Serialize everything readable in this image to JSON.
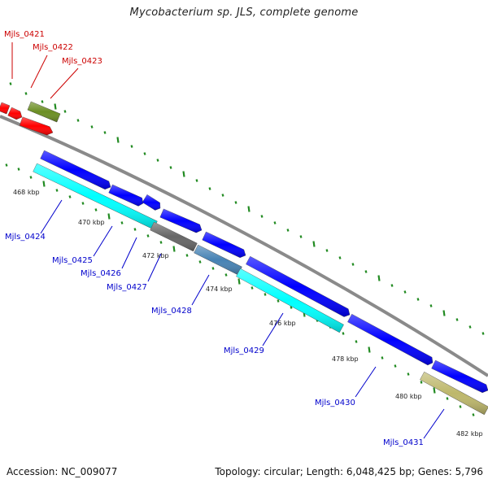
{
  "title": "Mycobacterium sp. JLS, complete genome",
  "footer": {
    "accession": "Accession: NC_009077",
    "topology": "Topology: circular; Length: 6,048,425 bp; Genes: 5,796"
  },
  "colors": {
    "backbone": "#8a8a8a",
    "tick": "#228b22",
    "forward_label": "#cc0000",
    "reverse_label": "#0000cc"
  },
  "scale_labels": [
    "468 kbp",
    "470 kbp",
    "472 kbp",
    "474 kbp",
    "476 kbp",
    "478 kbp",
    "480 kbp",
    "482 kbp"
  ],
  "forward_genes": [
    {
      "label": "Mjls_0421",
      "color": "#ff0000"
    },
    {
      "label": "Mjls_0422",
      "color": "#ff0000"
    },
    {
      "label": "Mjls_0423",
      "color": "#6b8e23"
    }
  ],
  "reverse_genes": [
    {
      "label": "Mjls_0424",
      "color": "#00ffff"
    },
    {
      "label": "Mjls_0425",
      "color": "#0000ff"
    },
    {
      "label": "Mjls_0426",
      "color": "#0000ff"
    },
    {
      "label": "Mjls_0427",
      "color": "#666666"
    },
    {
      "label": "Mjls_0428",
      "color": "#4682b4"
    },
    {
      "label": "Mjls_0429",
      "color": "#00ffff"
    },
    {
      "label": "Mjls_0430",
      "color": "#0000ff"
    },
    {
      "label": "Mjls_0431",
      "color": "#bdb76b"
    }
  ],
  "unlabeled_genes": [
    {
      "color": "#0000ff"
    },
    {
      "color": "#0000ff"
    },
    {
      "color": "#0000ff"
    },
    {
      "color": "#0000ff"
    },
    {
      "color": "#0000ff"
    }
  ]
}
